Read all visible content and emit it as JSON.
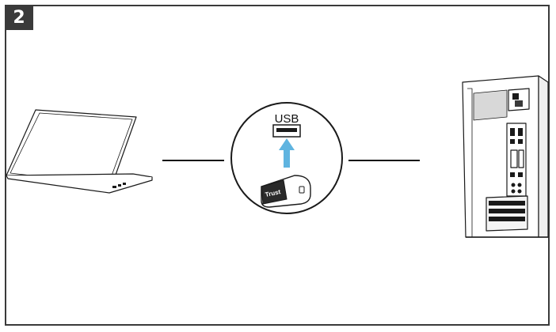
{
  "step": {
    "number": "2"
  },
  "dongle": {
    "port_label": "USB",
    "brand": "Trust"
  },
  "colors": {
    "frame": "#3a3a3a",
    "arrow": "#5fb4e0",
    "line": "#111111"
  },
  "icons": {
    "laptop": "laptop-icon",
    "desktop": "desktop-tower-icon",
    "receiver": "usb-receiver-icon",
    "arrow": "arrow-up-icon"
  }
}
